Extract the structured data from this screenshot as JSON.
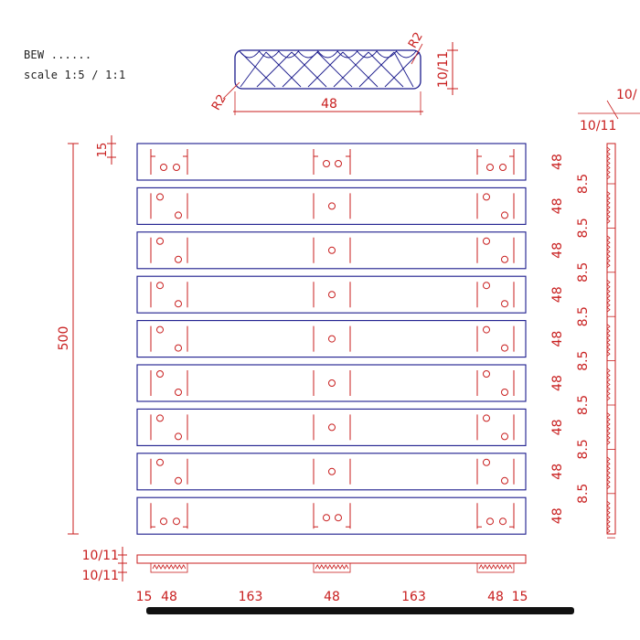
{
  "notes": {
    "title": "BEW ......",
    "scale": "scale 1:5 / 1:1"
  },
  "colors": {
    "outline": "#1a1a8c",
    "dimension": "#c81e1e",
    "ink": "#222222"
  },
  "profile_section": {
    "width_label": "48",
    "height_label": "10/11",
    "radius_left_label": "R2",
    "radius_right_label": "R2"
  },
  "plan": {
    "overall_height_label": "500",
    "top_offset_label": "15",
    "slat_width_label": "48",
    "gap_label": "8.5",
    "slat_count": 9
  },
  "side_view": {
    "top_labels": [
      "10/",
      "10/11"
    ]
  },
  "bottom_view": {
    "thickness_labels": [
      "10/11",
      "10/11"
    ],
    "width_segments": [
      "15",
      "48",
      "163",
      "48",
      "163",
      "48",
      "15"
    ]
  }
}
